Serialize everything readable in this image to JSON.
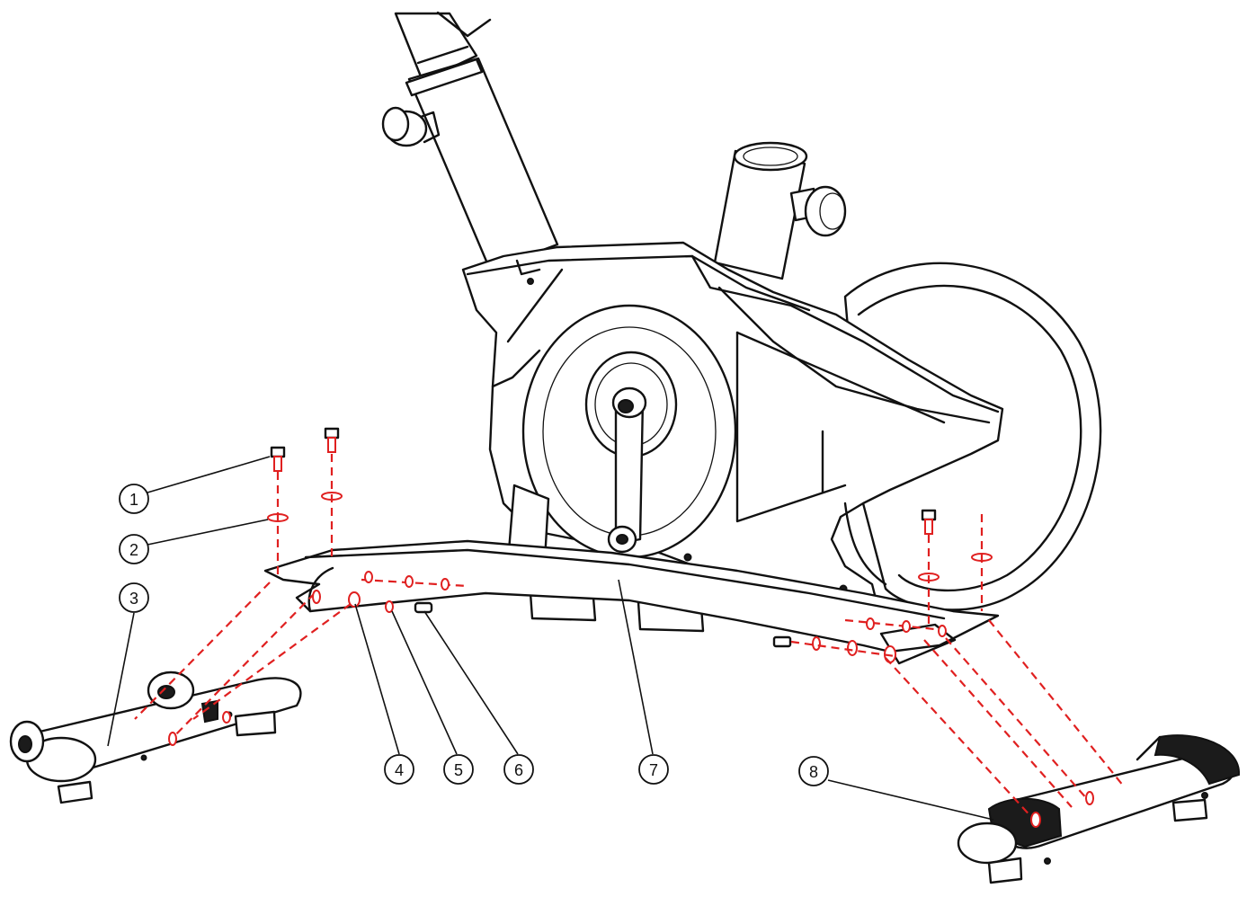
{
  "callouts": [
    {
      "label": "1",
      "part": "bolt"
    },
    {
      "label": "2",
      "part": "washer"
    },
    {
      "label": "3",
      "part": "front-stabilizer"
    },
    {
      "label": "4",
      "part": "bolt-washer"
    },
    {
      "label": "5",
      "part": "spring-washer"
    },
    {
      "label": "6",
      "part": "cap-nut"
    },
    {
      "label": "7",
      "part": "main-frame"
    },
    {
      "label": "8",
      "part": "rear-stabilizer"
    }
  ],
  "colors": {
    "line": "#111111",
    "assembly_guides": "#e02020",
    "background": "#ffffff"
  }
}
